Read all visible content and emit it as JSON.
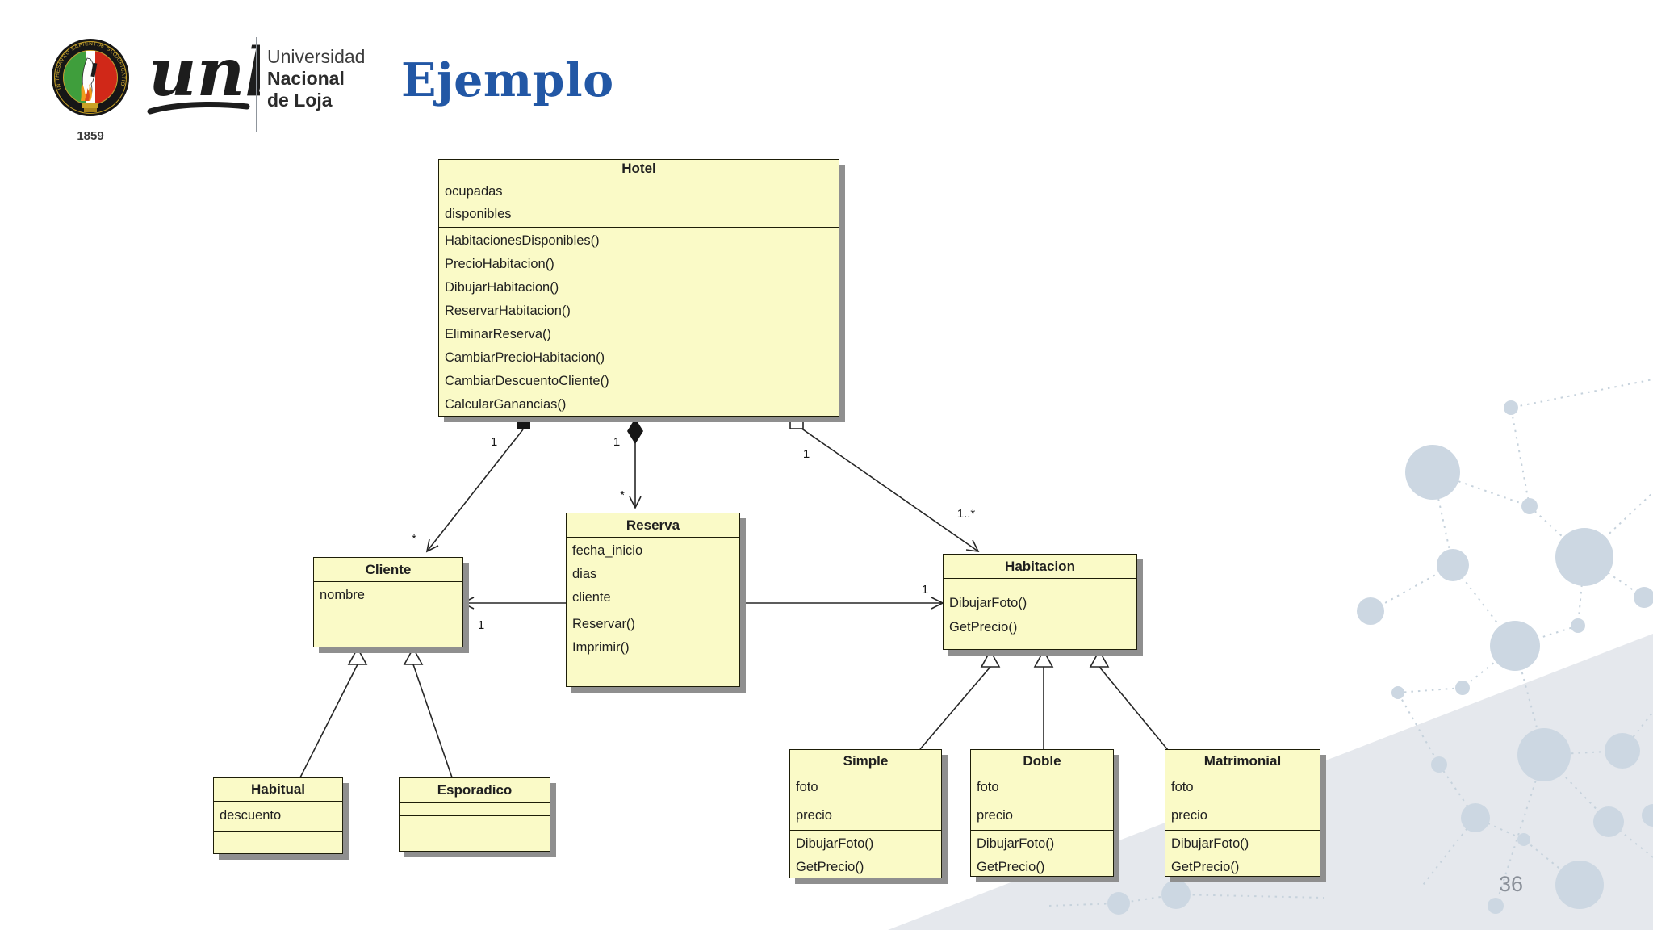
{
  "theme": {
    "accent_blue": "#2257a5",
    "class_fill": "#fafac7",
    "class_border": "#1d1d08",
    "shadow_gray": "#8f8f8f",
    "line_color": "#262626",
    "text_dark": "#1f1f1f",
    "wedge_gray": "#e5e8ed",
    "node_gray": "#ccd7e2",
    "dot_gray": "#c6d2dc",
    "page_num_gray": "#8a9099"
  },
  "header": {
    "title": "Ejemplo",
    "logo": {
      "motto": "IN THESAVRO SAPIENTIÆ GLORIFICATIO VITÆ",
      "year": "1859",
      "acronym": "unl",
      "university_line1": "Universidad",
      "university_line2": "Nacional",
      "university_line3": "de Loja"
    }
  },
  "footer": {
    "page_number": "36"
  },
  "diagram": {
    "classes": [
      {
        "name": "Hotel",
        "attributes": [
          "ocupadas",
          "disponibles"
        ],
        "methods": [
          "HabitacionesDisponibles()",
          "PrecioHabitacion()",
          "DibujarHabitacion()",
          "ReservarHabitacion()",
          "EliminarReserva()",
          "CambiarPrecioHabitacion()",
          "CambiarDescuentoCliente()",
          "CalcularGanancias()"
        ]
      },
      {
        "name": "Reserva",
        "attributes": [
          "fecha_inicio",
          "dias",
          "cliente"
        ],
        "methods": [
          "Reservar()",
          "Imprimir()"
        ]
      },
      {
        "name": "Cliente",
        "attributes": [
          "nombre"
        ],
        "methods": []
      },
      {
        "name": "Habitacion",
        "attributes": [],
        "methods": [
          "DibujarFoto()",
          "GetPrecio()"
        ]
      },
      {
        "name": "Habitual",
        "attributes": [
          "descuento"
        ],
        "methods": []
      },
      {
        "name": "Esporadico",
        "attributes": [],
        "methods": []
      },
      {
        "name": "Simple",
        "attributes": [
          "foto",
          "precio"
        ],
        "methods": [
          "DibujarFoto()",
          "GetPrecio()"
        ]
      },
      {
        "name": "Doble",
        "attributes": [
          "foto",
          "precio"
        ],
        "methods": [
          "DibujarFoto()",
          "GetPrecio()"
        ]
      },
      {
        "name": "Matrimonial",
        "attributes": [
          "foto",
          "precio"
        ],
        "methods": [
          "DibujarFoto()",
          "GetPrecio()"
        ]
      }
    ],
    "multiplicities": [
      {
        "id": "hotel-cliente-near-hotel",
        "text": "1"
      },
      {
        "id": "hotel-cliente-near-cliente",
        "text": "*"
      },
      {
        "id": "hotel-reserva-near-hotel",
        "text": "1"
      },
      {
        "id": "hotel-reserva-near-reserva",
        "text": "*"
      },
      {
        "id": "hotel-habitacion-near-hotel",
        "text": "1"
      },
      {
        "id": "hotel-habitacion-near-habitacion",
        "text": "1..*"
      },
      {
        "id": "assoc-near-cliente",
        "text": "1"
      },
      {
        "id": "assoc-near-habitacion",
        "text": "1"
      }
    ]
  }
}
